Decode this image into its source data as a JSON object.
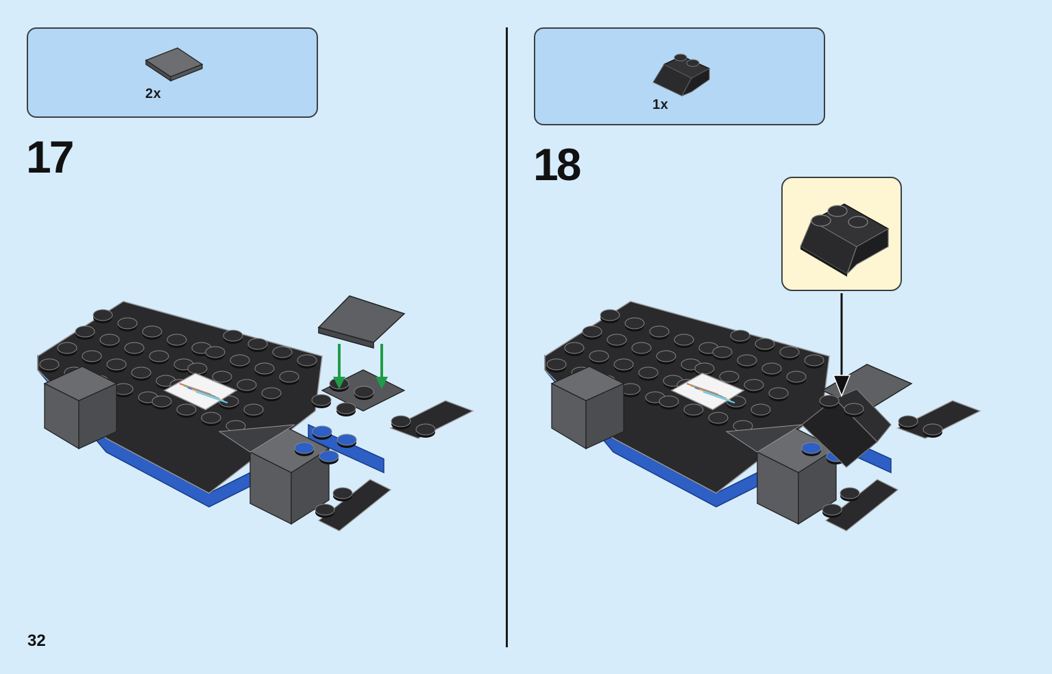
{
  "page": {
    "number": "32"
  },
  "steps": [
    {
      "number": "17",
      "parts": [
        {
          "name": "flat-tile-2x2",
          "qty": "2x",
          "color": "#5e6063"
        }
      ],
      "arrow_color": "#1e9c47"
    },
    {
      "number": "18",
      "parts": [
        {
          "name": "slope-brick-2x2",
          "qty": "1x",
          "color": "#2b2b2d"
        }
      ],
      "arrow_color": "#111111"
    }
  ],
  "colors": {
    "background": "#d6ecfb",
    "callout": "#b3d7f4",
    "zoom": "#fef6d2",
    "black_brick": "#2a2a2c",
    "grey_brick": "#5a5c5f",
    "blue_brick": "#2d5fc5"
  }
}
